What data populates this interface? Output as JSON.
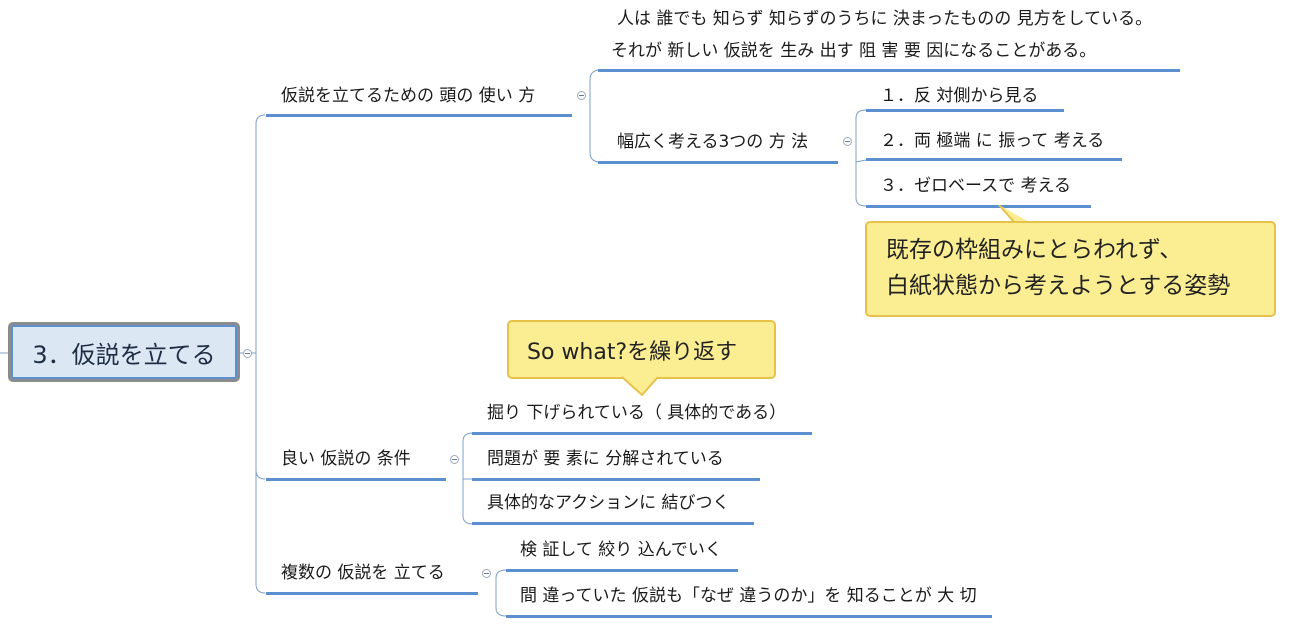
{
  "central_topic": "3．仮説を立てる",
  "branches": {
    "branch1": {
      "label": "仮説を立てるための 頭の 使い 方",
      "note_line1": "人は 誰でも 知らず 知らずのうちに 決まったものの 見方をしている。",
      "note_line2": "それが 新しい 仮説を 生み 出す 阻 害 要 因になることがある。",
      "sub_label": "幅広く考える3つの 方 法",
      "methods": [
        "１．反 対側から見る",
        "２．両 極端 に 振って 考える",
        "３．ゼロベースで 考える"
      ]
    },
    "branch2": {
      "label": "良い 仮説の 条件",
      "conditions": [
        "掘り 下げられている（ 具体的である）",
        "問題が 要 素に 分解されている",
        "具体的なアクションに 結びつく"
      ]
    },
    "branch3": {
      "label": "複数の 仮説を 立てる",
      "items": [
        "検 証して 絞り 込んでいく",
        "間 違っていた 仮説も「なぜ 違うのか」を 知ることが 大 切"
      ]
    }
  },
  "callouts": {
    "zero_base_line1": "既存の枠組みにとらわれず、",
    "zero_base_line2": "白紙状態から考えようとする姿勢",
    "so_what": "So what?を繰り返す"
  },
  "colors": {
    "line": "#5b8fd0",
    "connector": "#7f9fc8",
    "central_fill": "#dce7f4",
    "callout_fill": "#fbee92",
    "callout_border": "#e6c24a"
  }
}
